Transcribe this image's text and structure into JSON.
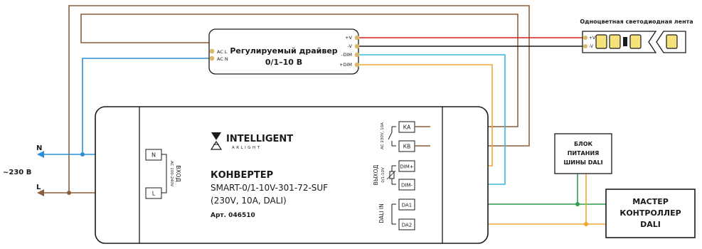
{
  "driver": {
    "title_line1": "Регулируемый драйвер",
    "title_line2": "0/1–10 В",
    "pin_acl": "AC L",
    "pin_acn": "AC N",
    "pin_vplus": "+V",
    "pin_vminus": "-V",
    "pin_dimminus": "–DIM",
    "pin_dimplus": "+DIM"
  },
  "led_strip": {
    "title": "Одноцветная светодиодная лента",
    "pin_vplus": "+V",
    "pin_vminus": "-V"
  },
  "mains": {
    "label_n": "N",
    "label_l": "L",
    "voltage": "~230 В"
  },
  "converter": {
    "brand": "INTELLIGENT",
    "brand_sub": "ARLIGHT",
    "title": "КОНВЕРТЕР",
    "model": "SMART-0/1-10V-301-72-SUF",
    "spec": "(230V, 10A, DALI)",
    "article": "Арт. 046510",
    "term_n": "N",
    "term_l": "L",
    "input_label": "ВХОД",
    "input_sub": "AC 100-240V",
    "relay_label": "AC 230V, 10A",
    "term_ka": "КА",
    "term_kb": "КВ",
    "output_label": "ВЫХОД",
    "output_sub": "0/1-10V",
    "term_dimplus": "DIM+",
    "term_dimminus": "DIM-",
    "dali_label": "DALI IN",
    "term_da1": "DA1",
    "term_da2": "DA2"
  },
  "psu": {
    "line1": "БЛОК",
    "line2": "ПИТАНИЯ",
    "line3": "ШИНЫ DALI"
  },
  "master": {
    "line1": "МАСТЕР",
    "line2": "КОНТРОЛЛЕР",
    "line3": "DALI"
  },
  "colors": {
    "brown": "#8B5E3C",
    "blue": "#2B8FD6",
    "red": "#D62020",
    "black": "#1a1a1a",
    "cyan": "#3CB8E0",
    "orange": "#F2A533",
    "green": "#2E9E4A",
    "led": "#F5E27A"
  }
}
